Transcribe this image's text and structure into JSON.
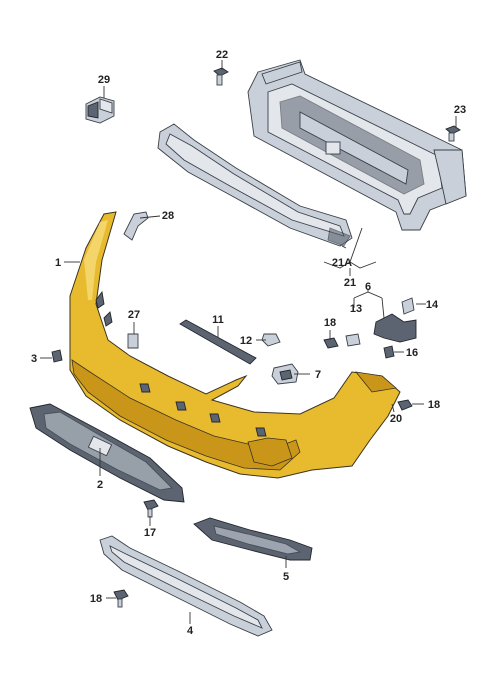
{
  "labels": {
    "p1": "1",
    "p2": "2",
    "p3": "3",
    "p4": "4",
    "p5": "5",
    "p6": "6",
    "p7": "7",
    "p11": "11",
    "p12": "12",
    "p13": "13",
    "p14": "14",
    "p16": "16",
    "p17": "17",
    "p18a": "18",
    "p18b": "18",
    "p18c": "18",
    "p20": "20",
    "p21": "21",
    "p21a": "21A",
    "p22": "22",
    "p23": "23",
    "p27": "27",
    "p28": "28",
    "p29": "29"
  },
  "colors": {
    "bumper": "#e8bb2e",
    "bumper_shade": "#c9961a",
    "part_grey": "#c9d0d9",
    "part_dark": "#5b6470",
    "line": "#333333"
  }
}
